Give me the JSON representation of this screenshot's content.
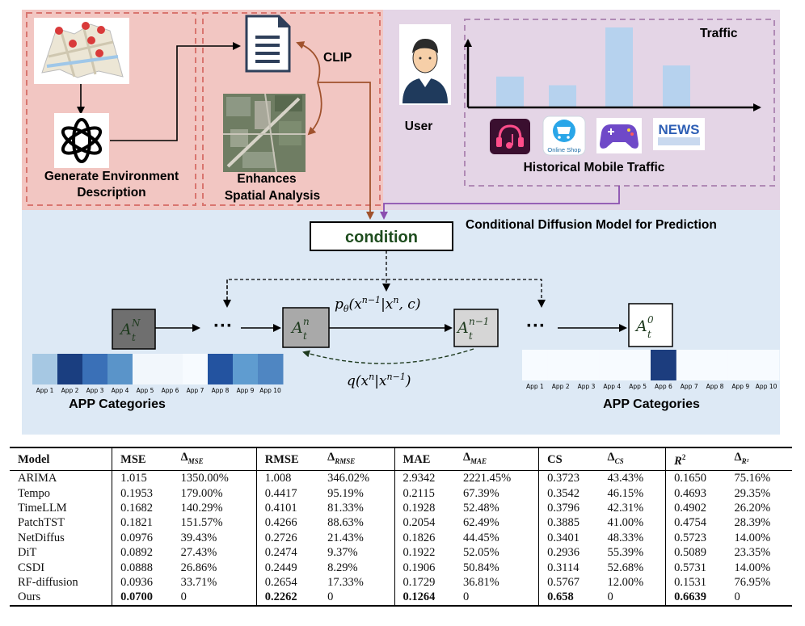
{
  "diagram": {
    "labels": {
      "clip": "CLIP",
      "generate_line1": "Generate Environment",
      "generate_line2": "Description",
      "enhance_line1": "Enhances",
      "enhance_line2": "Spatial Analysis",
      "user": "User",
      "traffic": "Traffic",
      "historical": "Historical Mobile Traffic",
      "cond_title": "Conditional Diffusion Model for Prediction",
      "condition": "condition",
      "p_formula": "p_θ(x^{n−1}|x^n, c)",
      "q_formula": "q(x^n|x^{n−1})",
      "app_categories_left": "APP Categories",
      "app_categories_right": "APP Categories",
      "ellipsis": "···",
      "online_shop": "Online Shop",
      "news": "NEWS"
    },
    "states": [
      {
        "base": "A",
        "sub": "t",
        "sup": "N"
      },
      {
        "base": "A",
        "sub": "t",
        "sup": "n"
      },
      {
        "base": "A",
        "sub": "t",
        "sup": "n−1"
      },
      {
        "base": "A",
        "sub": "t",
        "sup": "0"
      }
    ],
    "traffic_bar_levels": [
      0.38,
      0.27,
      1.0,
      0.52
    ],
    "app_labels": [
      "App 1",
      "App 2",
      "App 3",
      "App 4",
      "App 5",
      "App 6",
      "App 7",
      "App 8",
      "App 9",
      "App 10"
    ],
    "heat_left_colors": [
      "#a6c8e3",
      "#1a3e80",
      "#3a70b7",
      "#5a94c9",
      "#f2f7fc",
      "#f2f7fc",
      "#f7fbff",
      "#2353a0",
      "#5f9cd0",
      "#4f86c2"
    ],
    "heat_right_colors": [
      "#f7fbff",
      "#f7fbff",
      "#f7fbff",
      "#f7fbff",
      "#f7fbff",
      "#1c3d7e",
      "#f7fbff",
      "#f7fbff",
      "#f7fbff",
      "#f7fbff"
    ],
    "colors": {
      "env_panel": "#f2c6c2",
      "user_panel": "#e4d5e6",
      "model_panel": "#dde9f5",
      "dash_red": "#d9756f",
      "brown_arrow": "#a0522d",
      "purple_arrow": "#8a4fb0",
      "traffic_bar": "#b6d2ee",
      "condition_text": "#1e4d1e",
      "state_text": "#1e4d1e"
    }
  },
  "table": {
    "headers": [
      "Model",
      "MSE",
      "Δ_MSE",
      "RMSE",
      "Δ_RMSE",
      "MAE",
      "Δ_MAE",
      "CS",
      "Δ_CS",
      "R²",
      "Δ_R²"
    ],
    "rows": [
      [
        "ARIMA",
        "1.015",
        "1350.00%",
        "1.008",
        "346.02%",
        "2.9342",
        "2221.45%",
        "0.3723",
        "43.43%",
        "0.1650",
        "75.16%"
      ],
      [
        "Tempo",
        "0.1953",
        "179.00%",
        "0.4417",
        "95.19%",
        "0.2115",
        "67.39%",
        "0.3542",
        "46.15%",
        "0.4693",
        "29.35%"
      ],
      [
        "TimeLLM",
        "0.1682",
        "140.29%",
        "0.4101",
        "81.33%",
        "0.1928",
        "52.48%",
        "0.3796",
        "42.31%",
        "0.4902",
        "26.20%"
      ],
      [
        "PatchTST",
        "0.1821",
        "151.57%",
        "0.4266",
        "88.63%",
        "0.2054",
        "62.49%",
        "0.3885",
        "41.00%",
        "0.4754",
        "28.39%"
      ],
      [
        "NetDiffus",
        "0.0976",
        "39.43%",
        "0.2726",
        "21.43%",
        "0.1826",
        "44.45%",
        "0.3401",
        "48.33%",
        "0.5723",
        "14.00%"
      ],
      [
        "DiT",
        "0.0892",
        "27.43%",
        "0.2474",
        "9.37%",
        "0.1922",
        "52.05%",
        "0.2936",
        "55.39%",
        "0.5089",
        "23.35%"
      ],
      [
        "CSDI",
        "0.0888",
        "26.86%",
        "0.2449",
        "8.29%",
        "0.1906",
        "50.84%",
        "0.3114",
        "52.68%",
        "0.5731",
        "14.00%"
      ],
      [
        "RF-diffusion",
        "0.0936",
        "33.71%",
        "0.2654",
        "17.33%",
        "0.1729",
        "36.81%",
        "0.5767",
        "12.00%",
        "0.1531",
        "76.95%"
      ],
      [
        "Ours",
        "0.0700",
        "0",
        "0.2262",
        "0",
        "0.1264",
        "0",
        "0.658",
        "0",
        "0.6639",
        "0"
      ]
    ]
  }
}
